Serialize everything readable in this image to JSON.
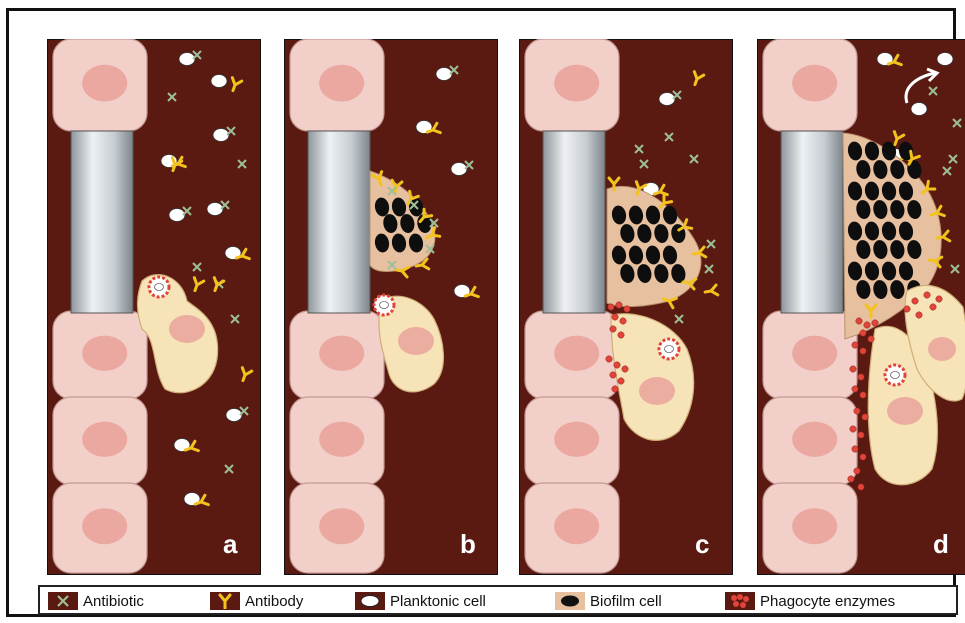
{
  "panels": [
    {
      "id": "a",
      "label": "a",
      "stage": 1
    },
    {
      "id": "b",
      "label": "b",
      "stage": 2
    },
    {
      "id": "c",
      "label": "c",
      "stage": 3
    },
    {
      "id": "d",
      "label": "d",
      "stage": 4
    }
  ],
  "legend": {
    "antibiotic": "Antibiotic",
    "antibody": "Antibody",
    "planktonic": "Planktonic cell",
    "biofilm": "Biofilm cell",
    "phagocyte": "Phagocyte enzymes"
  },
  "colors": {
    "background": "#5a1a12",
    "epithelial_cell": "#f3cfc9",
    "nucleus": "#e9a39b",
    "implant": "#c3c9ce",
    "biofilm_matrix": "#e7c0a0",
    "phagocyte": "#f7e3b8",
    "antibody": "#f3c21c",
    "antibiotic": "#9dbf97",
    "enzyme": "#e1453a"
  }
}
